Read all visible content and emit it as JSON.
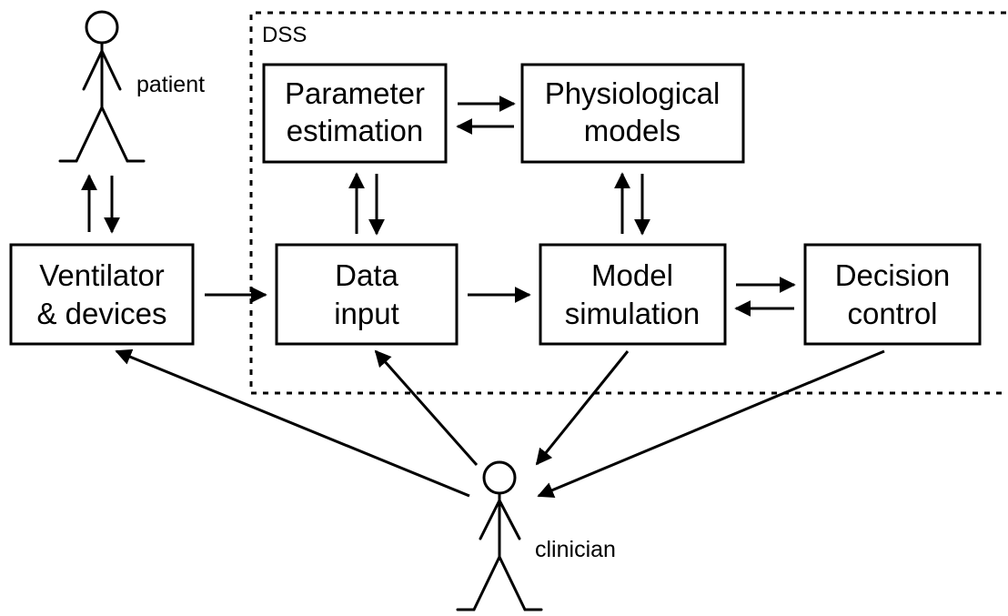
{
  "dss": {
    "label": "DSS"
  },
  "actors": {
    "patient": {
      "label": "patient"
    },
    "clinician": {
      "label": "clinician"
    }
  },
  "boxes": {
    "ventilator": {
      "line1": "Ventilator",
      "line2": "& devices"
    },
    "parameter_estimation": {
      "line1": "Parameter",
      "line2": "estimation"
    },
    "physiological_models": {
      "line1": "Physiological",
      "line2": "models"
    },
    "data_input": {
      "line1": "Data",
      "line2": "input"
    },
    "model_simulation": {
      "line1": "Model",
      "line2": "simulation"
    },
    "decision_control": {
      "line1": "Decision",
      "line2": "control"
    }
  }
}
